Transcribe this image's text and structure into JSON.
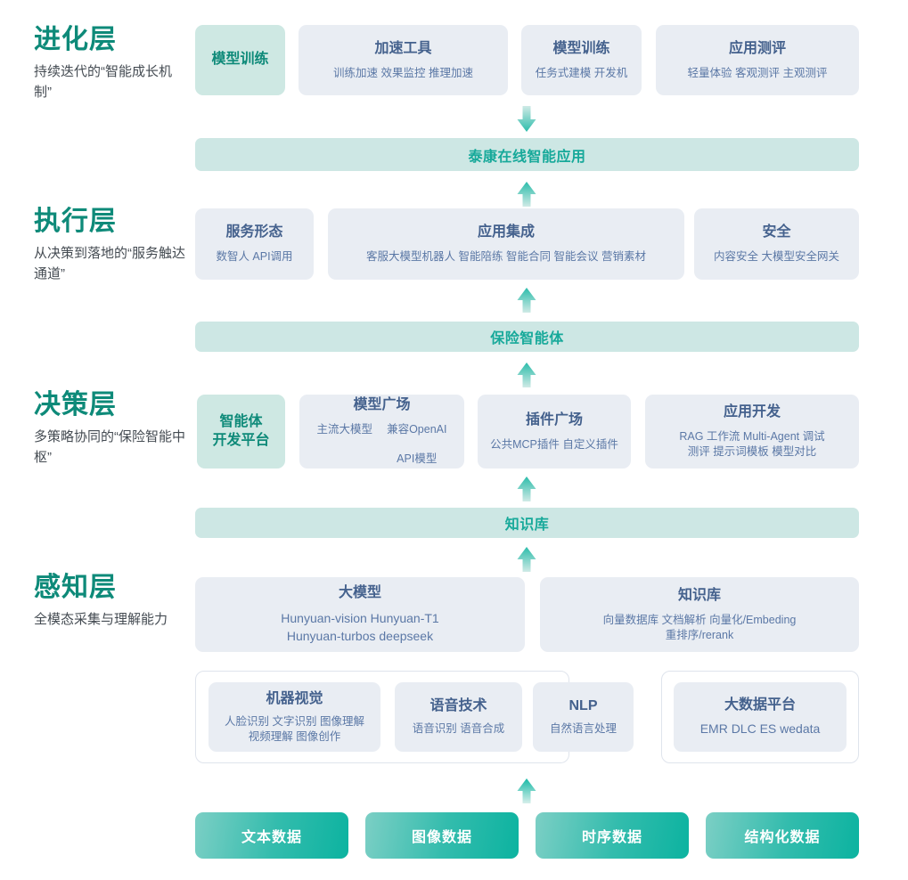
{
  "layers": [
    {
      "title": "进化层",
      "desc": "持续迭代的“智能成长机制”"
    },
    {
      "title": "执行层",
      "desc": "从决策到落地的“服务触达通道”"
    },
    {
      "title": "决策层",
      "desc": "多策略协同的“保险智能中枢”"
    },
    {
      "title": "感知层",
      "desc": "全模态采集与理解能力"
    }
  ],
  "evolution": {
    "model_training_highlight": "模型训练",
    "cards": [
      {
        "title": "加速工具",
        "sub": "训练加速 效果监控 推理加速"
      },
      {
        "title": "模型训练",
        "sub": "任务式建模 开发机"
      },
      {
        "title": "应用测评",
        "sub": "轻量体验 客观测评 主观测评"
      }
    ]
  },
  "banner_app": "泰康在线智能应用",
  "execution": {
    "cards": [
      {
        "title": "服务形态",
        "sub": "数智人  API调用"
      },
      {
        "title": "应用集成",
        "sub": "客服大模型机器人 智能陪练 智能合同 智能会议 营销素材"
      },
      {
        "title": "安全",
        "sub": "内容安全 大模型安全网关"
      }
    ]
  },
  "banner_agent": "保险智能体",
  "decision": {
    "platform_highlight": "智能体\n开发平台",
    "platform_highlight_line1": "智能体",
    "platform_highlight_line2": "开发平台",
    "model_plaza": {
      "title": "模型广场",
      "sub_left": "主流大模型",
      "sub_right_line1": "兼容OpenAI",
      "sub_right_line2": "API模型"
    },
    "cards": [
      {
        "title": "插件广场",
        "sub": "公共MCP插件 自定义插件"
      },
      {
        "title": "应用开发",
        "sub": "RAG 工作流 Multi-Agent 调试\n测评 提示词模板 模型对比"
      }
    ]
  },
  "banner_kb": "知识库",
  "perception": {
    "top_cards": [
      {
        "title": "大模型",
        "sub": "Hunyuan-vision Hunyuan-T1\nHunyuan-turbos deepseek"
      },
      {
        "title": "知识库",
        "sub": "向量数据库 文档解析 向量化/Embeding\n重排序/rerank"
      }
    ],
    "bottom_cards": [
      {
        "title": "机器视觉",
        "sub": "人脸识别 文字识别 图像理解\n视频理解 图像创作"
      },
      {
        "title": "语音技术",
        "sub": "语音识别 语音合成"
      },
      {
        "title": "NLP",
        "sub": "自然语言处理"
      }
    ],
    "big_data": {
      "title": "大数据平台",
      "sub": "EMR DLC ES wedata"
    }
  },
  "data_sources": [
    "文本数据",
    "图像数据",
    "时序数据",
    "结构化数据"
  ],
  "colors": {
    "accent_teal": "#0e8a79",
    "banner_bg": "#cde7e4",
    "card_bg": "#e9edf3",
    "card_title": "#44618d",
    "card_sub": "#5b78a6",
    "chip_gradient_start": "#7ccfc5",
    "chip_gradient_end": "#0cb3a0"
  }
}
